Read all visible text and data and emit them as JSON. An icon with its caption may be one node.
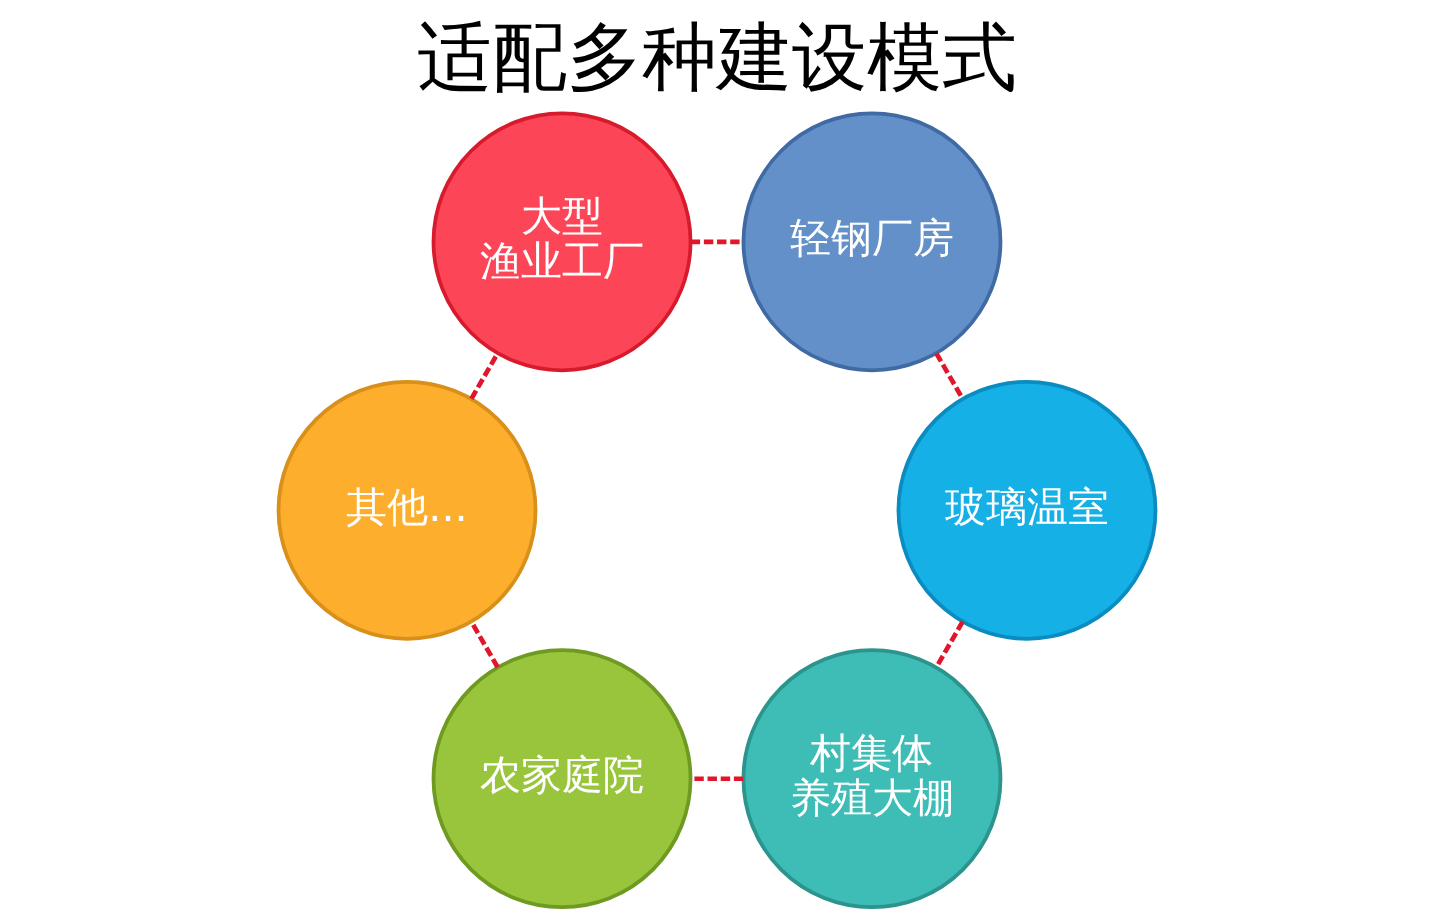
{
  "diagram": {
    "title": "适配多种建设模式",
    "nodes": [
      {
        "text": [
          "大型渔业工厂"
        ]
      },
      {
        "text": [
          "轻钢厂房"
        ]
      },
      {
        "text": [
          "玻璃温室"
        ]
      },
      {
        "text": [
          "村集体养殖大棚"
        ]
      },
      {
        "text": [
          "农家庭院"
        ]
      },
      {
        "text": [
          "其他..."
        ]
      }
    ],
    "edges": [
      {
        "from": 0,
        "to": 1,
        "arrow": "none",
        "style": "dashed"
      },
      {
        "from": 1,
        "to": 2,
        "arrow": "none",
        "style": "dashed"
      },
      {
        "from": 2,
        "to": 3,
        "arrow": "none",
        "style": "dashed"
      },
      {
        "from": 3,
        "to": 4,
        "arrow": "none",
        "style": "dashed"
      },
      {
        "from": 4,
        "to": 5,
        "arrow": "none",
        "style": "dashed"
      },
      {
        "from": 5,
        "to": 0,
        "arrow": "none",
        "style": "dashed"
      }
    ]
  }
}
